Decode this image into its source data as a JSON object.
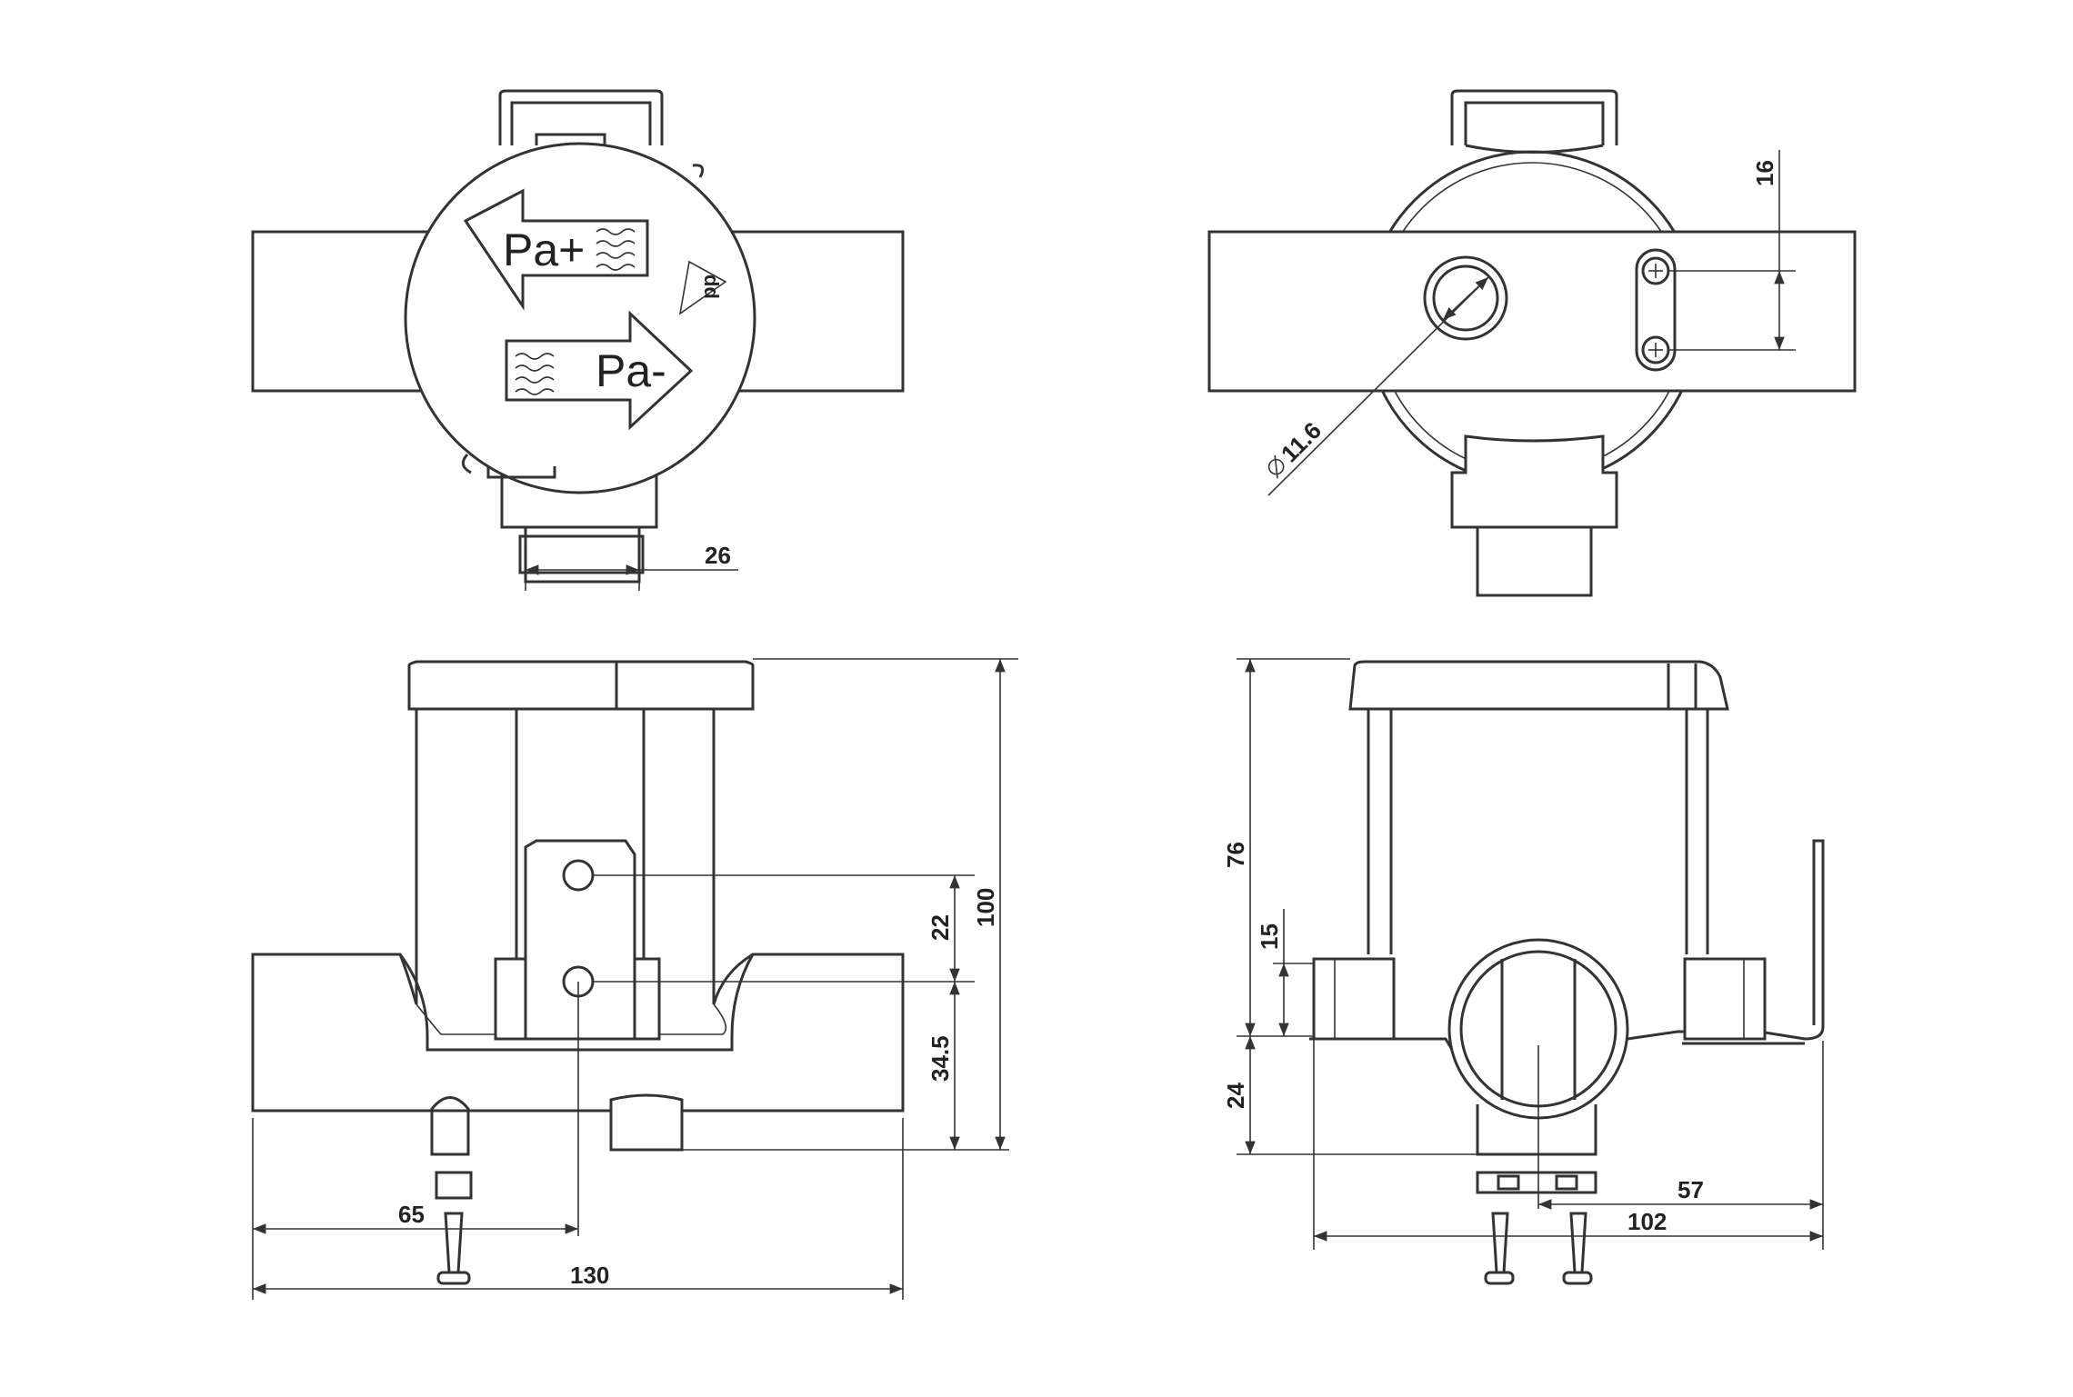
{
  "views": {
    "top_left": {
      "arrow_upper_label": "Pa+",
      "arrow_lower_label": "Pa-",
      "symbol_label": "dd"
    },
    "top_right": {},
    "bottom_left": {},
    "bottom_right": {}
  },
  "dimensions": {
    "d26": "26",
    "d16": "16",
    "d11_6": "11.6",
    "d22": "22",
    "d34_5": "34.5",
    "d100": "100",
    "d65": "65",
    "d130": "130",
    "d76": "76",
    "d15": "15",
    "d24": "24",
    "d57": "57",
    "d102": "102"
  },
  "icons": [
    "arrow-left-icon",
    "arrow-right-icon",
    "wave-icon",
    "recycle-triangle-icon",
    "screw-icon",
    "diameter-icon"
  ],
  "colors": {
    "line": "#333333",
    "background": "#ffffff"
  }
}
